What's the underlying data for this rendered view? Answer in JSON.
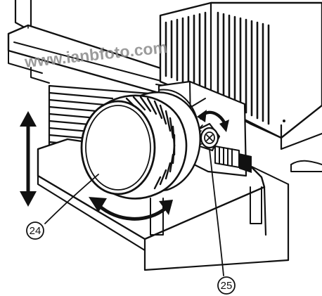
{
  "watermark": "www.ianbfoto.com",
  "labels": {
    "lens": "24",
    "knob": "25"
  },
  "colors": {
    "ink": "#111111",
    "paper": "#ffffff",
    "watermark": "#8a8a8a"
  },
  "icons": {
    "vertical_arrow": "double-headed-arrow-icon",
    "rotation_arrow_lens": "curved-double-arrow-icon",
    "rotation_arrow_knob": "curved-double-arrow-icon"
  }
}
